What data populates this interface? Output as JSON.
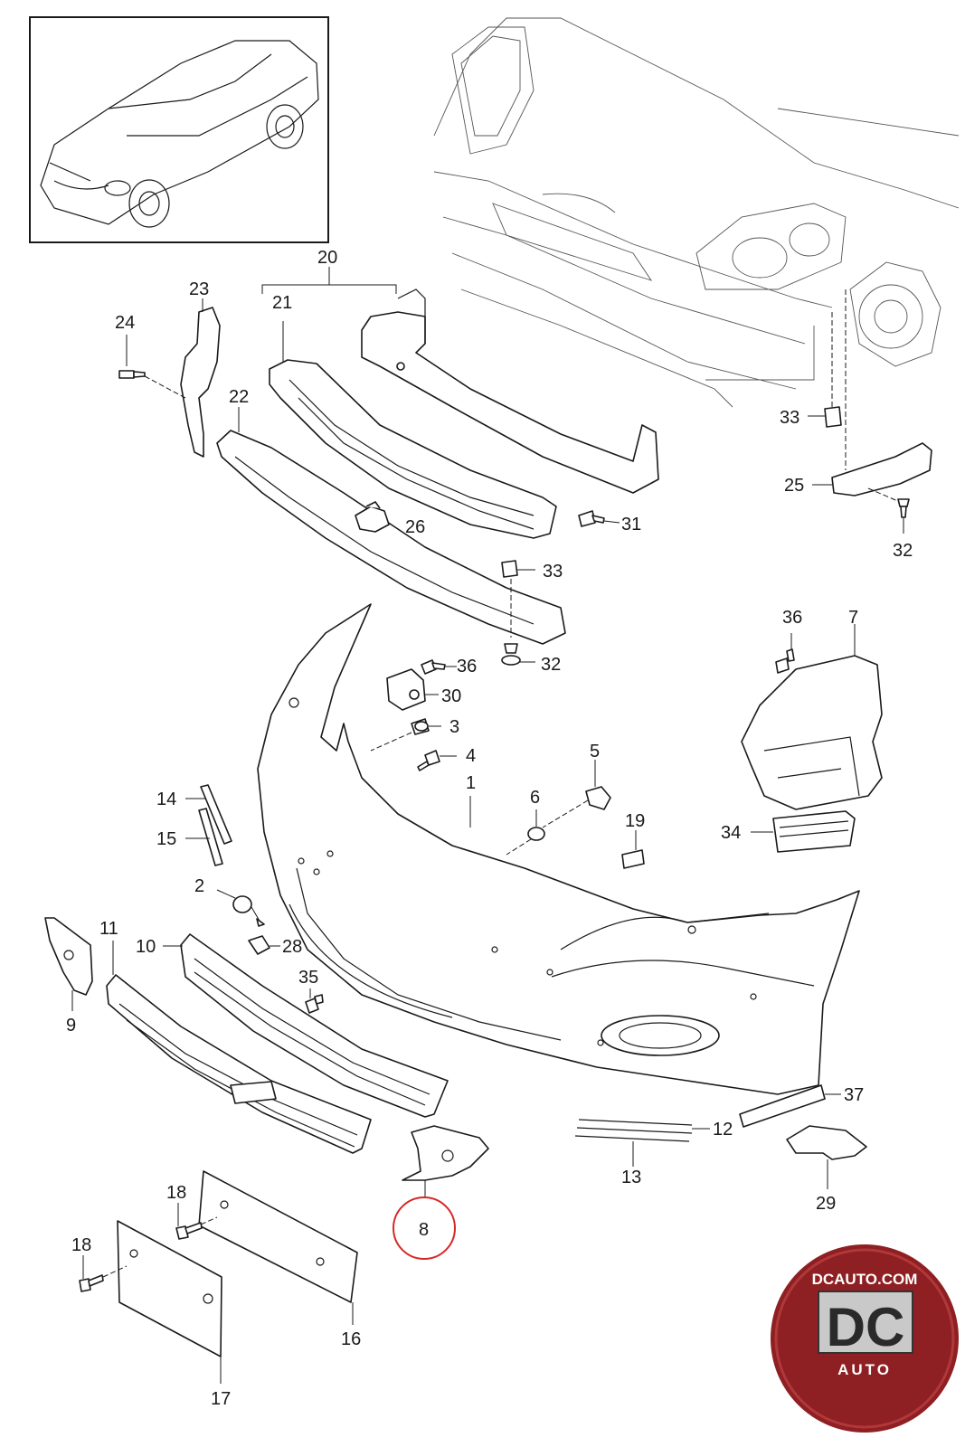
{
  "callouts": {
    "c20": "20",
    "c21": "21",
    "c22": "22",
    "c23": "23",
    "c24": "24",
    "c33a": "33",
    "c25": "25",
    "c32a": "32",
    "c26": "26",
    "c31": "31",
    "c33b": "33",
    "c32b": "32",
    "c36a": "36",
    "c30": "30",
    "c3": "3",
    "c4": "4",
    "c36b": "36",
    "c7": "7",
    "c5": "5",
    "c1": "1",
    "c6": "6",
    "c19": "19",
    "c34": "34",
    "c14": "14",
    "c15": "15",
    "c2": "2",
    "c11": "11",
    "c10": "10",
    "c28": "28",
    "c9": "9",
    "c35": "35",
    "c37": "37",
    "c12": "12",
    "c13": "13",
    "c29": "29",
    "c8": "8",
    "c18a": "18",
    "c18b": "18",
    "c16": "16",
    "c17": "17"
  },
  "highlight": {
    "part": "8",
    "color": "#d62828"
  },
  "logo": {
    "top_text": "DCAUTO.COM",
    "letters": "DC",
    "bottom_text": "AUTO",
    "color": "#8e1f22"
  }
}
